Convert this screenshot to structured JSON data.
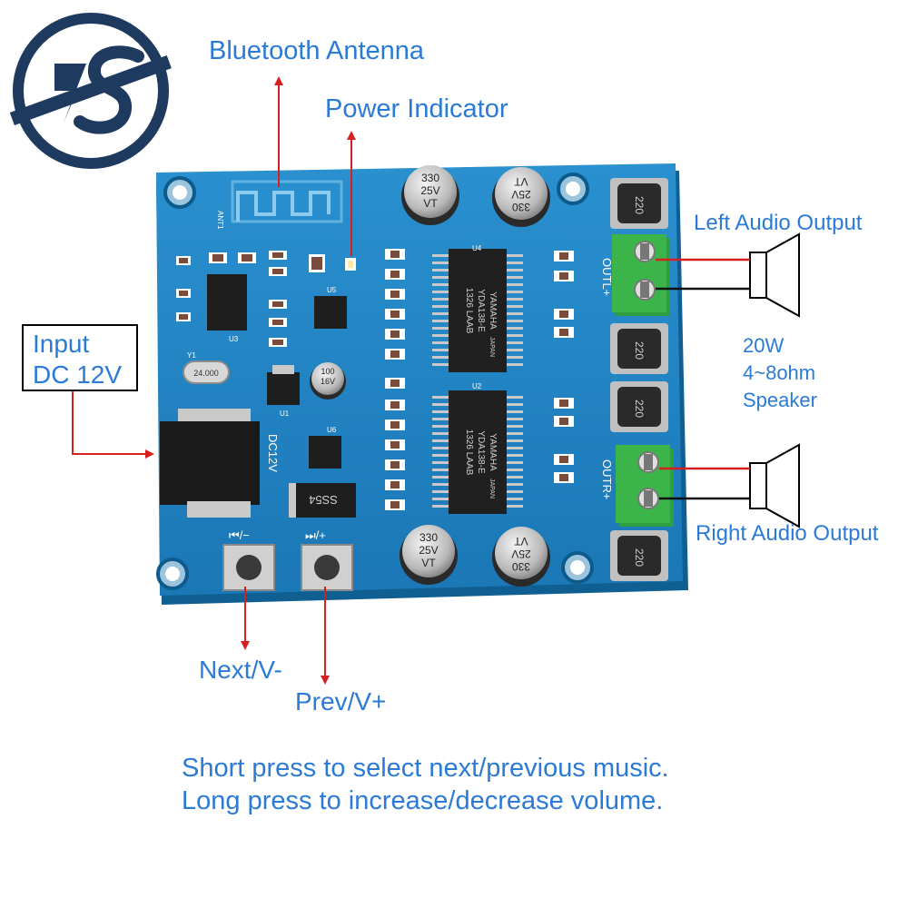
{
  "labels": {
    "bluetooth_antenna": "Bluetooth Antenna",
    "power_indicator": "Power Indicator",
    "left_audio_output": "Left Audio Output",
    "right_audio_output": "Right Audio Output",
    "speaker_line1": "20W",
    "speaker_line2": "4~8ohm",
    "speaker_line3": "Speaker",
    "input_line1": "Input",
    "input_line2": "DC 12V",
    "next_vminus": "Next/V-",
    "prev_vplus": "Prev/V+"
  },
  "note": {
    "line1": "Short press to select next/previous music.",
    "line2": "Long press to increase/decrease volume."
  },
  "board": {
    "antenna_id": "ANT1",
    "chip_u4": "U4",
    "chip_u2": "U2",
    "chip_text1": "YAMAHA",
    "chip_text2": "YDA138-E",
    "chip_text3": "1326 LAAB",
    "chip_text4": "JAPAN",
    "cap_330_v": "330",
    "cap_25v": "25V",
    "cap_vt": "VT",
    "cap_100": "100",
    "cap_16v": "16V",
    "inductor_value": "220",
    "outl_label": "OUTL+",
    "outr_label": "OUTR+",
    "dc_label": "DC12V",
    "diode_label": "SS54",
    "crystal_id": "Y1",
    "crystal_value": "24.000",
    "u1": "U1",
    "u3": "U3",
    "u5": "U5",
    "u6": "U6",
    "btn_left_label": "⏮/−",
    "btn_right_label": "⏭/+"
  },
  "colors": {
    "label_blue": "#2b7bd6",
    "pcb_blue": "#1f86c7",
    "arrow_red": "#d61f1f",
    "logo_navy": "#1f3a5f",
    "terminal_green": "#3bb54a"
  },
  "icons": {
    "logo": "is-logo-icon",
    "speaker": "speaker-icon"
  }
}
